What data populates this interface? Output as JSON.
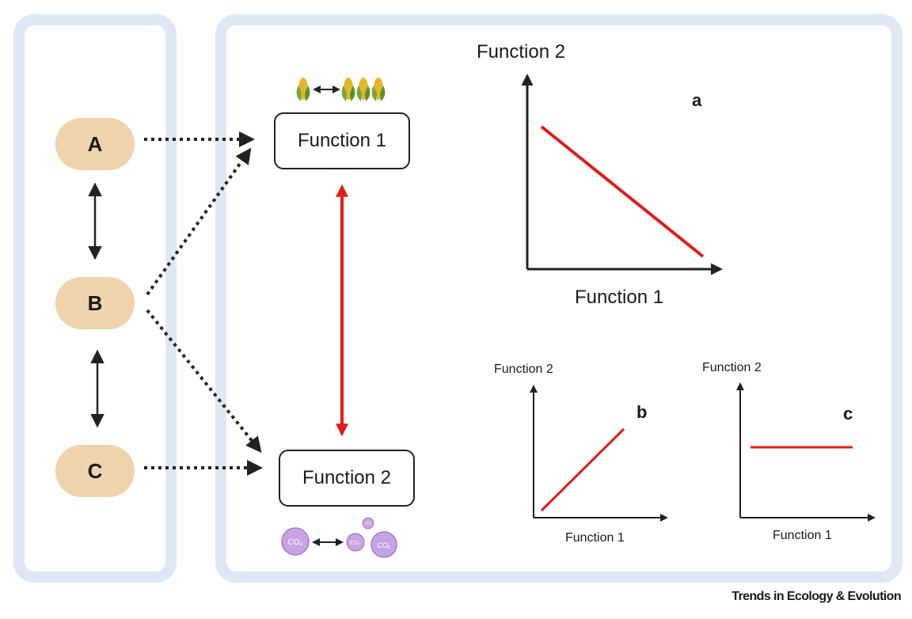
{
  "drivers": [
    {
      "label": "A"
    },
    {
      "label": "B"
    },
    {
      "label": "C"
    }
  ],
  "functions": {
    "function1": "Function 1",
    "function2": "Function 2"
  },
  "icons": {
    "function1": "corn-cob-icon",
    "function2": "co2-bubble-icon",
    "co2_text": "CO₂"
  },
  "colors": {
    "panel_border": "#dde8f4",
    "driver_fill": "#efd3ad",
    "tradeoff": "#e01b1b",
    "co2": "#b98fd6"
  },
  "plots": [
    {
      "id": "a",
      "label": "a",
      "xlabel": "Function 1",
      "ylabel": "Function 2",
      "relationship": "negative"
    },
    {
      "id": "b",
      "label": "b",
      "xlabel": "Function 1",
      "ylabel": "Function 2",
      "relationship": "positive"
    },
    {
      "id": "c",
      "label": "c",
      "xlabel": "Function 1",
      "ylabel": "Function 2",
      "relationship": "none"
    }
  ],
  "credit": "Trends in Ecology & Evolution"
}
